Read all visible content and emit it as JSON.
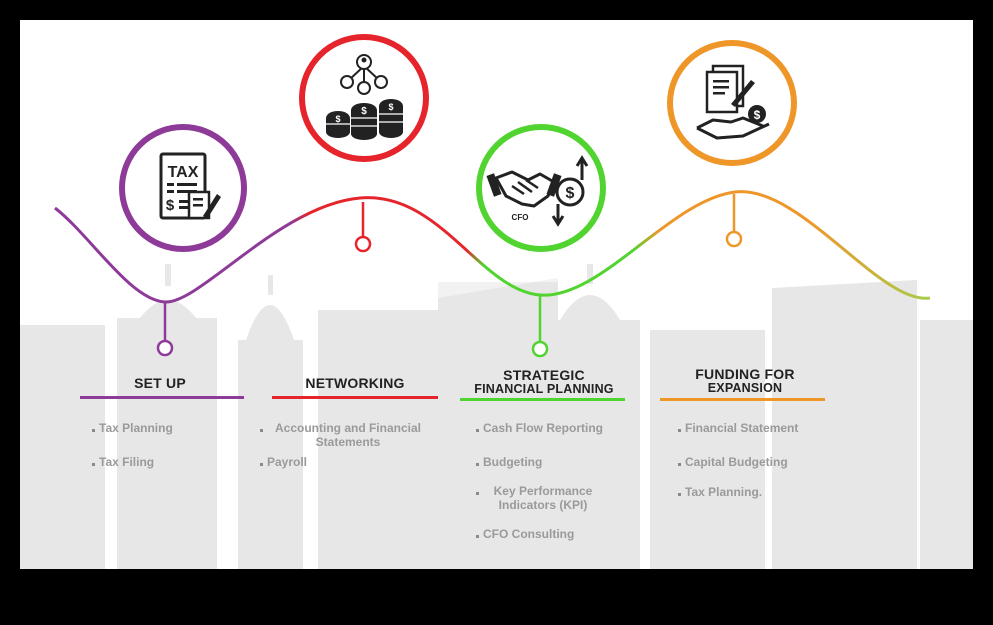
{
  "colors": {
    "purple": "#8e3a99",
    "red": "#e5252b",
    "green": "#52d430",
    "orange": "#ef9629",
    "yellowgreen": "#a7cc4a",
    "skyline": "#e7e7e7"
  },
  "steps": [
    {
      "id": "setup",
      "icon": "tax-document-icon",
      "icon_text": "TAX",
      "title": [
        "SET UP"
      ],
      "items": [
        "Tax Planning",
        "Tax Filing"
      ]
    },
    {
      "id": "networking",
      "icon": "network-coins-icon",
      "title": [
        "NETWORKING"
      ],
      "items": [
        "Accounting and Financial Statements",
        "Payroll"
      ]
    },
    {
      "id": "strategic",
      "icon": "cfo-handshake-icon",
      "icon_text": "CFO",
      "title": [
        "STRATEGIC",
        "FINANCIAL PLANNING"
      ],
      "items": [
        "Cash Flow Reporting",
        "Budgeting",
        "Key Performance Indicators (KPI)",
        "CFO Consulting"
      ]
    },
    {
      "id": "funding",
      "icon": "document-hand-coin-icon",
      "title": [
        "FUNDING FOR",
        "EXPANSION"
      ],
      "items": [
        "Financial Statement",
        "Capital Budgeting",
        "Tax Planning."
      ]
    }
  ]
}
